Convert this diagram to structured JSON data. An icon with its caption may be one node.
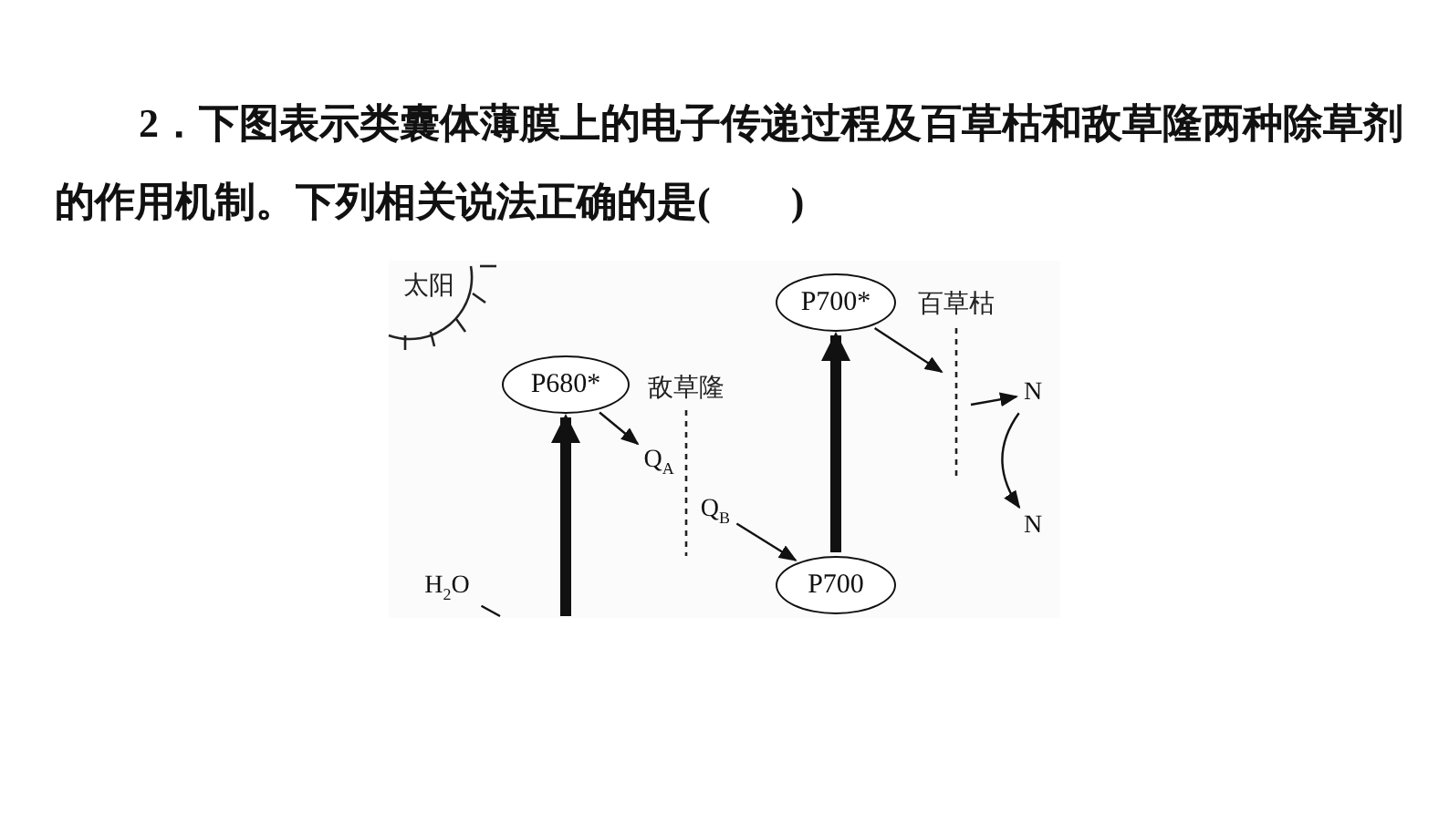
{
  "diagram": {
    "title": "2．下图表示类囊体薄膜上的电子传递过程及百草枯和敌草隆两种除草剂的作用机制。下列相关说法正确的是(　　)",
    "nodes": [
      {
        "text": [
          "P680*"
        ]
      },
      {
        "text": [
          "Q$_{A}$"
        ]
      },
      {
        "text": [
          "Q$_{B}$"
        ]
      },
      {
        "text": [
          "P700"
        ]
      },
      {
        "text": [
          "P700*"
        ]
      },
      {
        "text": [
          "N"
        ]
      },
      {
        "text": [
          "N"
        ]
      },
      {
        "text": [
          "H$_{2}$O"
        ]
      }
    ],
    "edges": [
      {
        "from": null,
        "to": 0,
        "arrow": "to",
        "style": "thick"
      },
      {
        "from": 0,
        "to": 1,
        "arrow": "to"
      },
      {
        "from": 2,
        "to": 3,
        "arrow": "to"
      },
      {
        "from": 3,
        "to": 4,
        "arrow": "to",
        "style": "thick"
      },
      {
        "from": 4,
        "to": null,
        "arrow": "to"
      },
      {
        "from": null,
        "to": 5,
        "arrow": "to"
      },
      {
        "from": 5,
        "to": 6,
        "arrow": "to"
      },
      {
        "from": 7,
        "to": null,
        "arrow": "none"
      }
    ],
    "labels": [
      "太阳",
      "敌草隆",
      "百草枯"
    ]
  }
}
